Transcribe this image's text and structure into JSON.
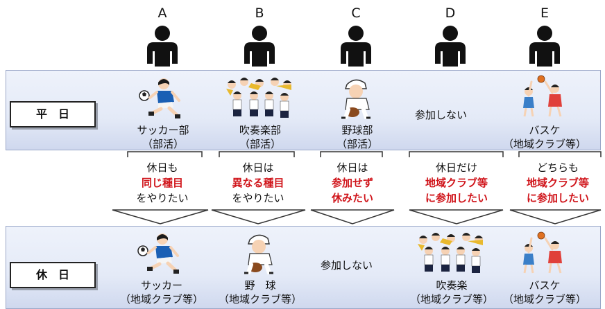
{
  "students": [
    {
      "letter": "A"
    },
    {
      "letter": "B"
    },
    {
      "letter": "C"
    },
    {
      "letter": "D"
    },
    {
      "letter": "E"
    }
  ],
  "weekday": {
    "label": "平　日",
    "activities": [
      {
        "line1": "サッカー部",
        "line2": "（部活）",
        "icon": "soccer-player-icon"
      },
      {
        "line1": "吹奏楽部",
        "line2": "（部活）",
        "icon": "brass-band-icon"
      },
      {
        "line1": "野球部",
        "line2": "（部活）",
        "icon": "baseball-player-icon"
      },
      {
        "line1": "参加しない",
        "line2": "",
        "icon": ""
      },
      {
        "line1": "バスケ",
        "line2": "（地域クラブ等）",
        "icon": "basketball-players-icon"
      }
    ]
  },
  "holiday_wishes": [
    {
      "line1": "休日も",
      "line2": "同じ種目",
      "line3": "をやりたい"
    },
    {
      "line1": "休日は",
      "line2": "異なる種目",
      "line3": "をやりたい"
    },
    {
      "line1": "休日は",
      "line2": "参加せず",
      "line3": "休みたい"
    },
    {
      "line1": "休日だけ",
      "line2": "地域クラブ等",
      "line3": "に参加したい"
    },
    {
      "line1": "どちらも",
      "line2": "地域クラブ等",
      "line3": "に参加したい"
    }
  ],
  "holiday": {
    "label": "休　日",
    "activities": [
      {
        "line1": "サッカー",
        "line2": "（地域クラブ等）",
        "icon": "soccer-player-icon"
      },
      {
        "line1": "野　球",
        "line2": "（地域クラブ等）",
        "icon": "baseball-player-icon"
      },
      {
        "line1": "参加しない",
        "line2": "",
        "icon": ""
      },
      {
        "line1": "吹奏楽",
        "line2": "（地域クラブ等）",
        "icon": "brass-band-icon"
      },
      {
        "line1": "バスケ",
        "line2": "（地域クラブ等）",
        "icon": "basketball-players-icon"
      }
    ]
  },
  "colors": {
    "highlight_red": "#d0151b",
    "band_border": "#9aa7c8"
  }
}
